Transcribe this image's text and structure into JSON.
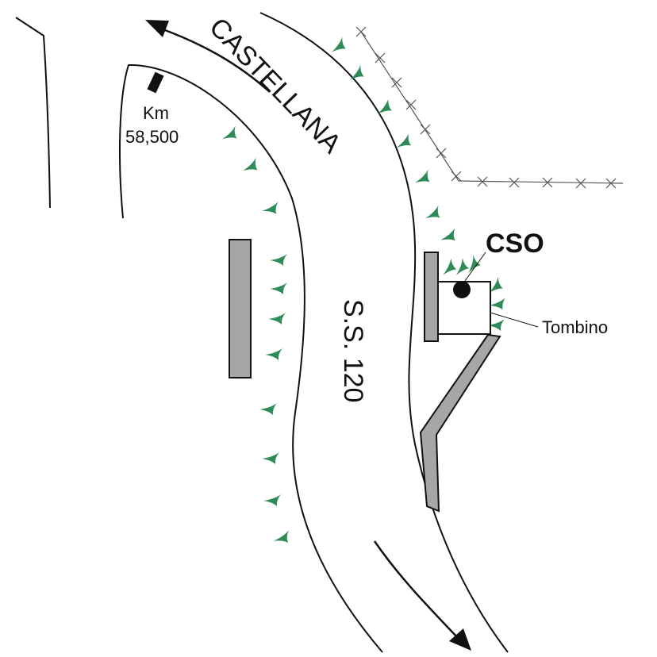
{
  "road": {
    "name_upper": "CASTELLANA",
    "name_lower": "S.S. 120"
  },
  "km_marker": {
    "unit": "Km",
    "value": "58,500"
  },
  "site": {
    "code": "CSO",
    "structure_label": "Tombino"
  },
  "colors": {
    "line": "#111111",
    "vegetation": "#2e8b57",
    "structure_fill": "#a6a6a6",
    "fence": "#555555"
  },
  "icons": {
    "vegetation": "grass-tuft-icon",
    "fence": "barbed-fence-icon",
    "direction": "arrow-icon",
    "site": "site-dot-icon"
  }
}
